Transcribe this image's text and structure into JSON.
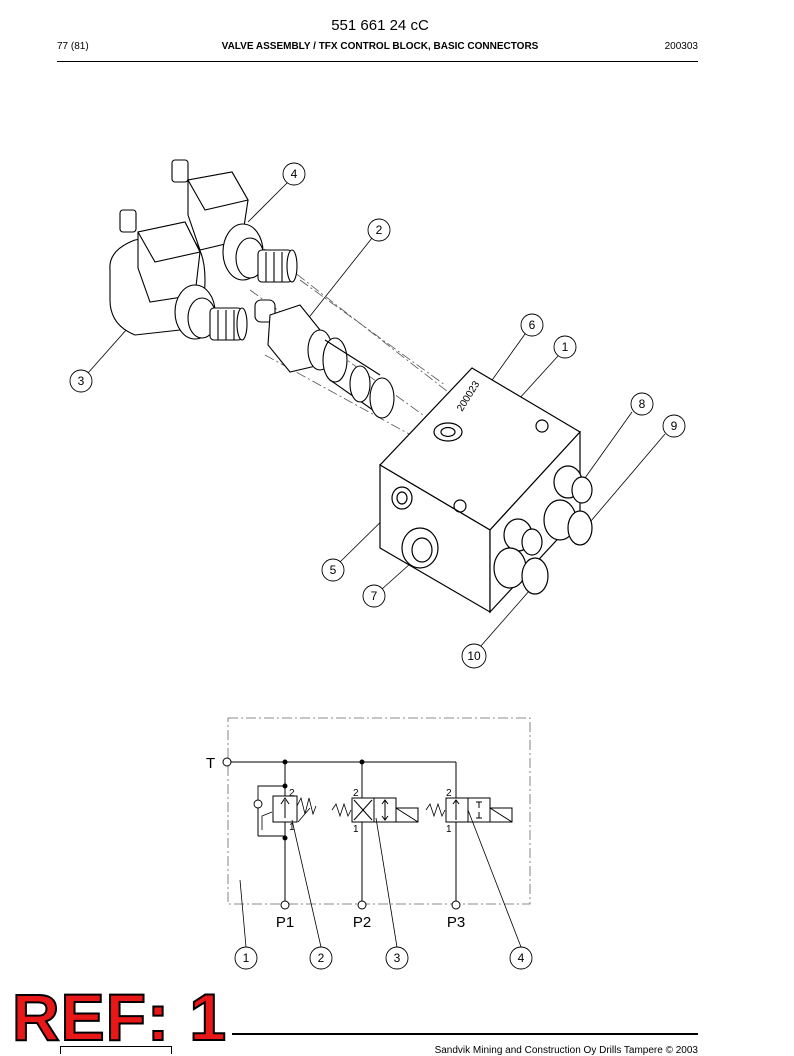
{
  "header": {
    "doc_number": "551 661 24 cC",
    "page": "77 (81)",
    "title": "VALVE ASSEMBLY / TFX CONTROL BLOCK, BASIC CONNECTORS",
    "date": "200303"
  },
  "drawing": {
    "block_marking": "200023",
    "callouts": [
      "4",
      "2",
      "6",
      "1",
      "3",
      "8",
      "9",
      "5",
      "7",
      "10"
    ]
  },
  "schematic": {
    "tank_label": "T",
    "ports": [
      "P1",
      "P2",
      "P3"
    ],
    "port_numbers": [
      "2",
      "1",
      "2",
      "1",
      "2",
      "1"
    ],
    "callouts": [
      "1",
      "2",
      "3",
      "4"
    ]
  },
  "stamp": {
    "text": "REF: 1"
  },
  "footer": {
    "text": "Sandvik Mining and Construction Oy Drills Tampere © 2003"
  },
  "colors": {
    "stamp": "#e81818",
    "line": "#000000",
    "dash": "#555555"
  }
}
